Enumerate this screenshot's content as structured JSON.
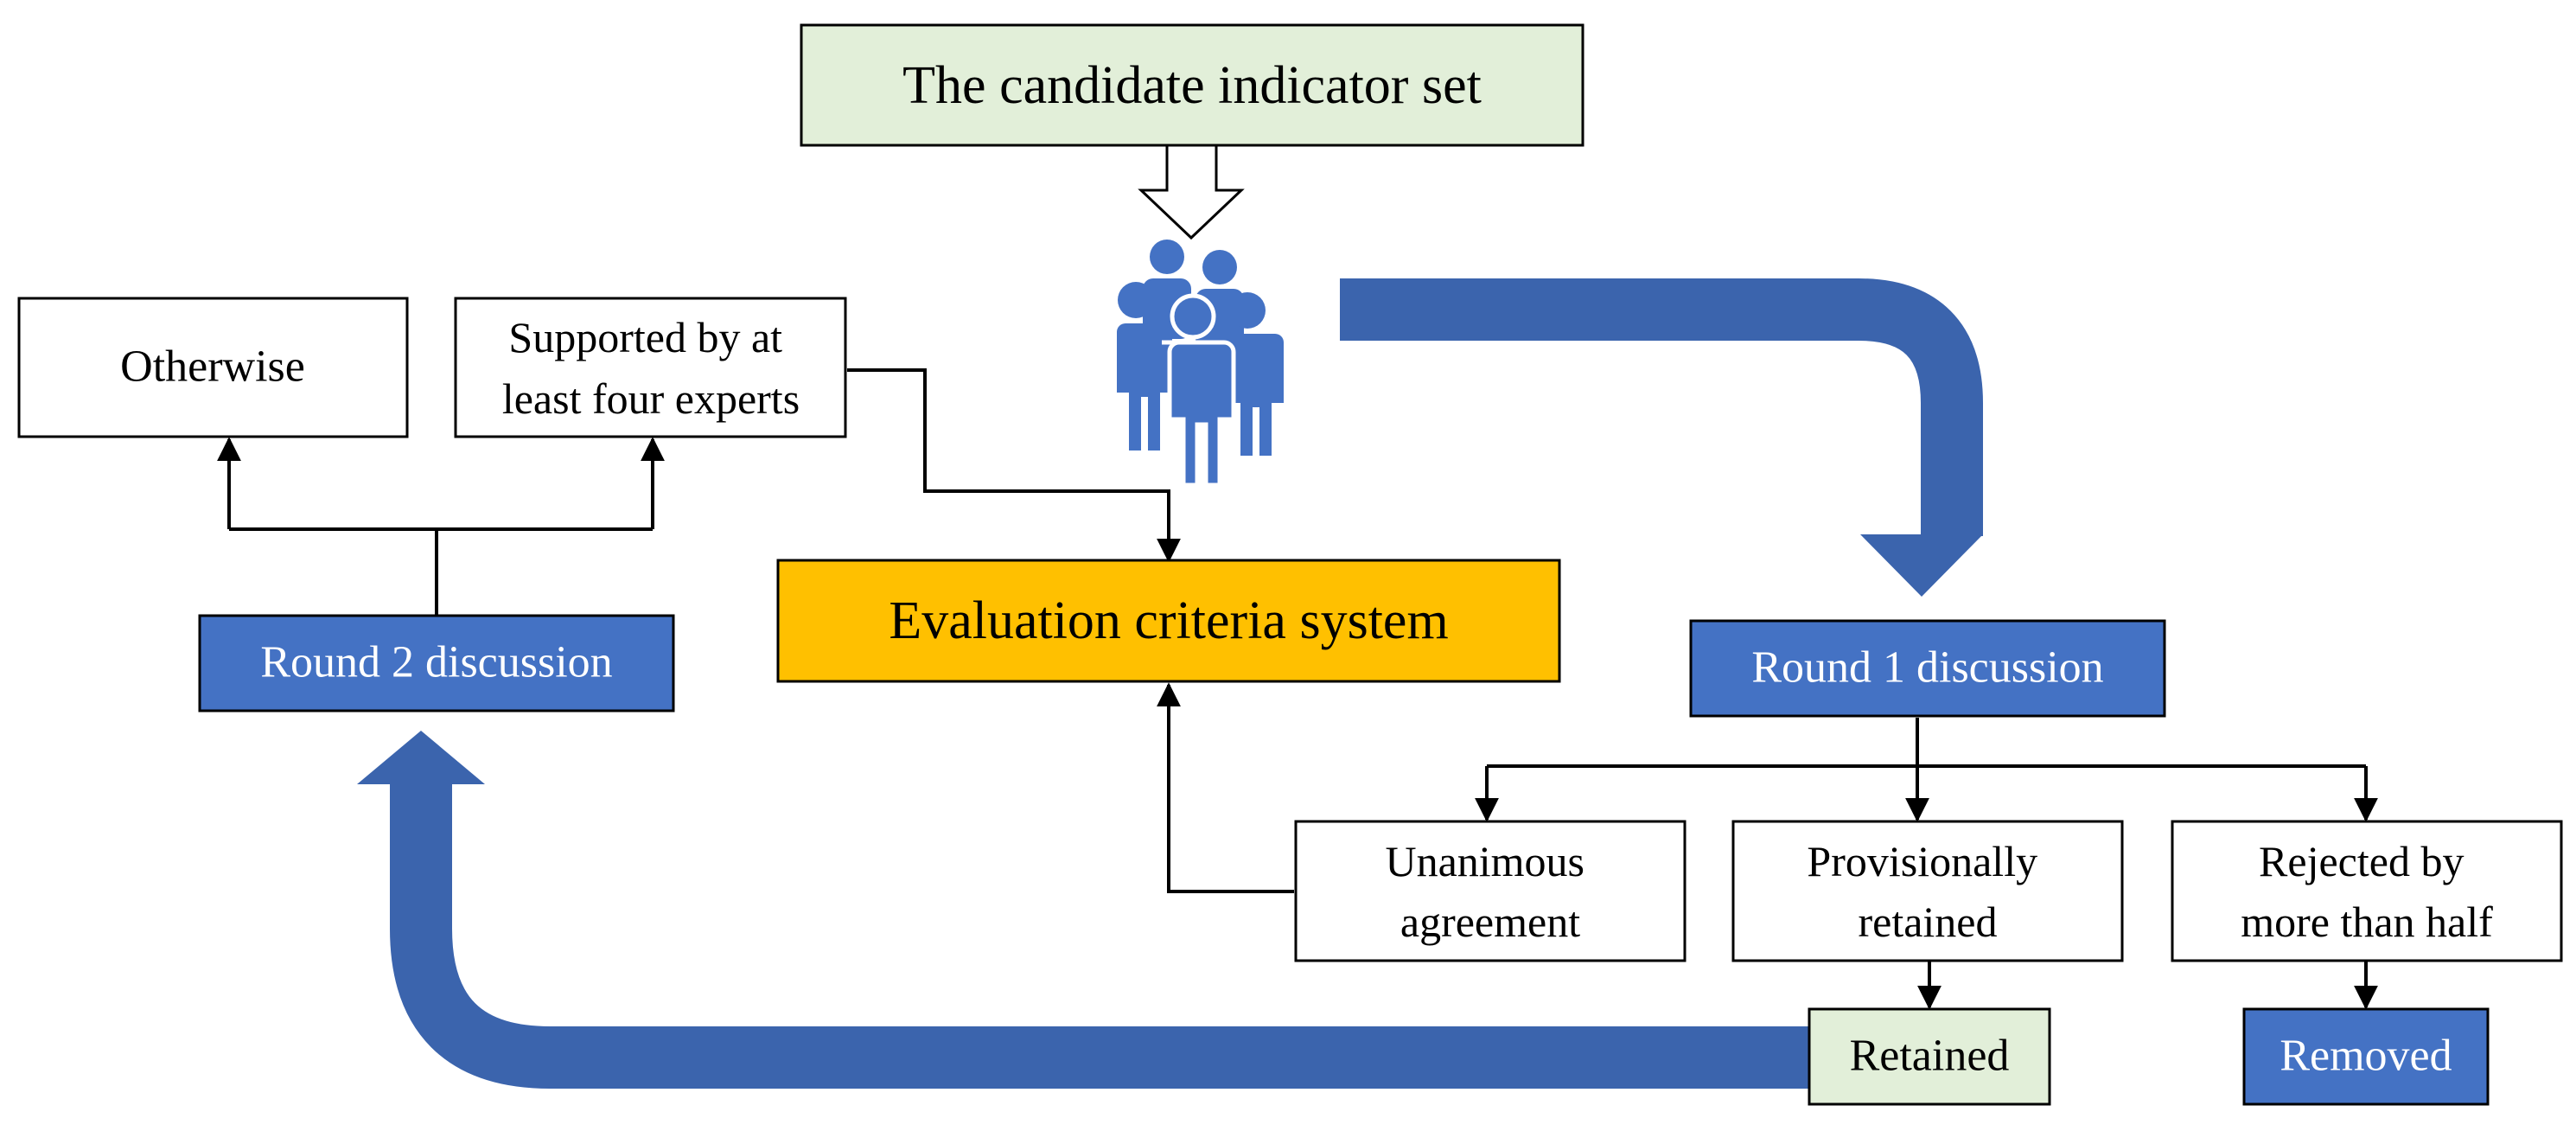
{
  "colors": {
    "accent_blue": "#4472C4",
    "light_green": "#E2EFD9",
    "gold": "#FFC000",
    "black": "#000000",
    "white": "#FFFFFF"
  },
  "nodes": {
    "candidate_set": "The candidate indicator set",
    "evaluation_system": "Evaluation criteria system",
    "round1": "Round 1 discussion",
    "round2": "Round 2 discussion",
    "otherwise": "Otherwise",
    "supported": [
      "Supported by at",
      "least four experts"
    ],
    "unanimous": [
      "Unanimous",
      "agreement"
    ],
    "provisional": [
      "Provisionally",
      "retained"
    ],
    "rejected": [
      "Rejected by",
      "more than half"
    ],
    "retained": "Retained",
    "removed": "Removed"
  },
  "icons": {
    "experts": "experts-group-icon"
  }
}
